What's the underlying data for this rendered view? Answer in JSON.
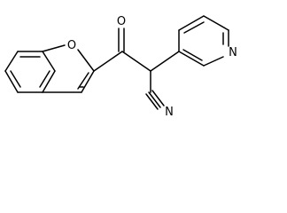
{
  "structure": {
    "atom_labels": {
      "ring_oxygen": "O",
      "carbonyl_oxygen": "O",
      "pyridine_nitrogen": "N",
      "nitrile_nitrogen": "N"
    }
  }
}
